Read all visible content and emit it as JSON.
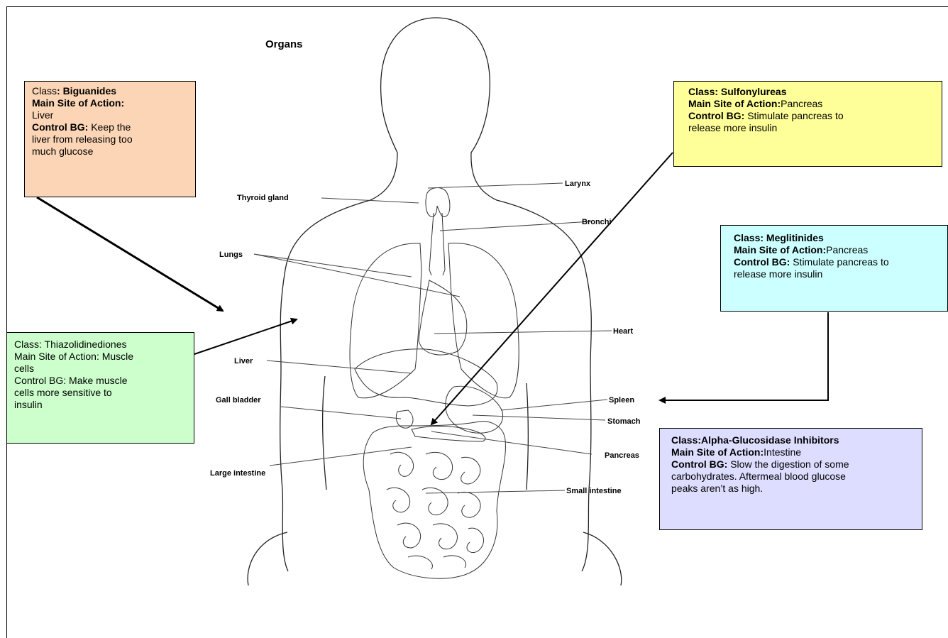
{
  "title": "Organs",
  "organs": {
    "thyroid_gland": "Thyroid gland",
    "larynx": "Larynx",
    "bronchi": "Bronchi",
    "lungs": "Lungs",
    "heart": "Heart",
    "liver": "Liver",
    "spleen": "Spleen",
    "gall_bladder": "Gall bladder",
    "stomach": "Stomach",
    "pancreas": "Pancreas",
    "large_intestine": "Large intestine",
    "small_intestine": "Small intestine"
  },
  "biguanides": {
    "class_label": "Class",
    "class_value": ": Biguanides",
    "site_label": "Main Site of Action:",
    "site_value": "Liver",
    "control_label": "Control BG:",
    "control_lines": [
      " Keep the",
      "liver from releasing too",
      "much glucose"
    ],
    "color": "#fbd5b5"
  },
  "thiazolidinediones": {
    "lines": [
      "Class: Thiazolidinediones",
      "Main Site of Action: Muscle",
      "cells",
      "Control BG: Make muscle",
      "cells more sensitive to",
      "insulin"
    ],
    "color": "#ccffcc"
  },
  "sulfonylureas": {
    "class_label": "Class: Sulfonylureas",
    "site_label": "Main Site of Action:",
    "site_value": "Pancreas",
    "control_label": "Control BG:",
    "control_lines": [
      " Stimulate pancreas to",
      "release more insulin"
    ],
    "color": "#ffff99"
  },
  "meglitinides": {
    "class_label": "Class: Meglitinides",
    "site_label": "Main Site of Action:",
    "site_value": "Pancreas",
    "control_label": "Control BG:",
    "control_lines": [
      " Stimulate pancreas to",
      "release more insulin"
    ],
    "color": "#ccffff"
  },
  "alpha_glucosidase": {
    "class_label": "Class:Alpha-Glucosidase Inhibitors",
    "site_label": "Main Site of Action:",
    "site_value": "Intestine",
    "control_label": "Control BG:",
    "control_lines": [
      " Slow the digestion of some",
      "carbohydrates.  Aftermeal blood glucose",
      "peaks aren’t as high."
    ],
    "color": "#ddddff"
  }
}
